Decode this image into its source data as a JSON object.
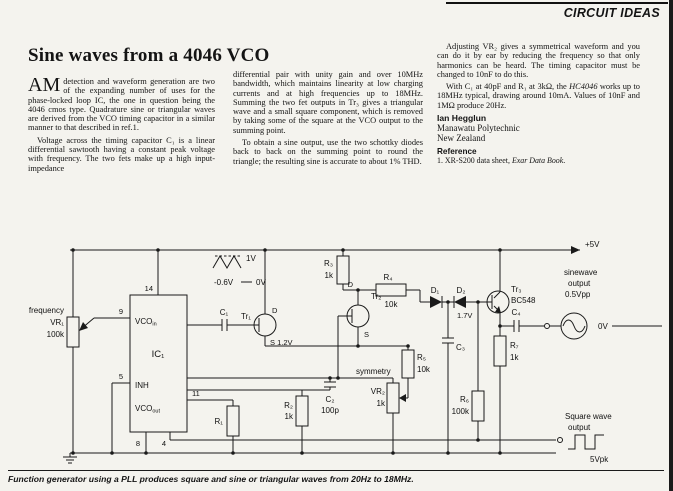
{
  "header": {
    "section_label": "CIRCUIT IDEAS"
  },
  "article": {
    "title": "Sine waves from a 4046 VCO",
    "dropcap": "AM",
    "col1_p1": "detection and waveform generation are two of the expanding number of uses for the phase-locked loop IC, the one in question being the 4046 cmos type. Quadrature sine or triangular waves are derived from the VCO timing capacitor in a similar manner to that described in ref.1.",
    "col1_p2": "Voltage across the timing capacitor C₁ is a linear differential sawtooth having a constant peak voltage with frequency. The two fets make up a high input-impedance",
    "col2_p1": "differential pair with unity gain and over 10MHz bandwidth, which maintains linearity at low charging currents and at high frequencies up to 18MHz. Summing the two fet outputs in Tr₃ gives a triangular wave and a small square component, which is removed by taking some of the square at the VCO output to the summing point.",
    "col2_p2": "To obtain a sine output, use the two schottky diodes back to back on the summing point to round the triangle; the resulting sine is accurate to about 1% THD.",
    "col3_p1": "Adjusting VR₂ gives a symmetrical waveform and you can do it by ear by reducing the frequency so that only harmonics can be heard. The timing capacitor must be changed to 10nF to do this.",
    "col3_p2_pre": "With C₁ at 40pF and R₁ at 3kΩ, the ",
    "col3_p2_italic": "HC4046",
    "col3_p2_post": " works up to 18MHz typical, drawing around 10mA. Values of 10nF and 1MΩ produce 20Hz.",
    "author": "Ian Hegglun",
    "affiliation1": "Manawatu Polytechnic",
    "affiliation2": "New Zealand",
    "reference_heading": "Reference",
    "reference_pre": "1. XR-S200 data sheet, ",
    "reference_italic": "Exar Data Book",
    "reference_post": "."
  },
  "figure": {
    "caption": "Function generator using a PLL produces square and sine or triangular waves from 20Hz to 18MHz.",
    "labels": {
      "supply": "+5V",
      "wave_top": "1V",
      "wave_neg": "-0.6V",
      "wave_zero": "0V",
      "frequency": "frequency",
      "vr1": "VR₁",
      "vr1_val": "100k",
      "pin14": "14",
      "pin9": "9",
      "pin5": "5",
      "pin11": "11",
      "pin8": "8",
      "pin4": "4",
      "vco": "VCO",
      "vco_in_sub": "in",
      "vco_out_sub": "out",
      "ic1": "IC₁",
      "inh": "INH",
      "c1": "C₁",
      "tr1": "Tr₁",
      "tr1_d": "D",
      "tr1_s": "S 1.2V",
      "tr2": "Tr₂",
      "tr2_d": "D",
      "tr2_s": "S",
      "r1": "R₁",
      "r2": "R₂",
      "r2_val": "1k",
      "c2": "C₂",
      "c2_val": "100p",
      "r3": "R₃",
      "r3_val": "1k",
      "r4": "R₄",
      "r4_val": "10k",
      "r5": "R₅",
      "r5_val": "10k",
      "symmetry": "symmetry",
      "vr2": "VR₂",
      "vr2_val": "1k",
      "d1": "D₁",
      "d2": "D₂",
      "c3": "C₃",
      "node_voltage": "1.7V",
      "tr3": "Tr₃",
      "tr3_type": "BC548",
      "r7": "R₇",
      "r7_val": "1k",
      "c4": "C₄",
      "r6": "R₆",
      "r6_val": "100k",
      "sine_line1": "sinewave",
      "sine_line2": "output",
      "sine_level": "0.5Vpp",
      "sine_zero": "0V",
      "square_line1": "Square wave",
      "square_line2": "output",
      "square_level": "5Vpk"
    }
  }
}
